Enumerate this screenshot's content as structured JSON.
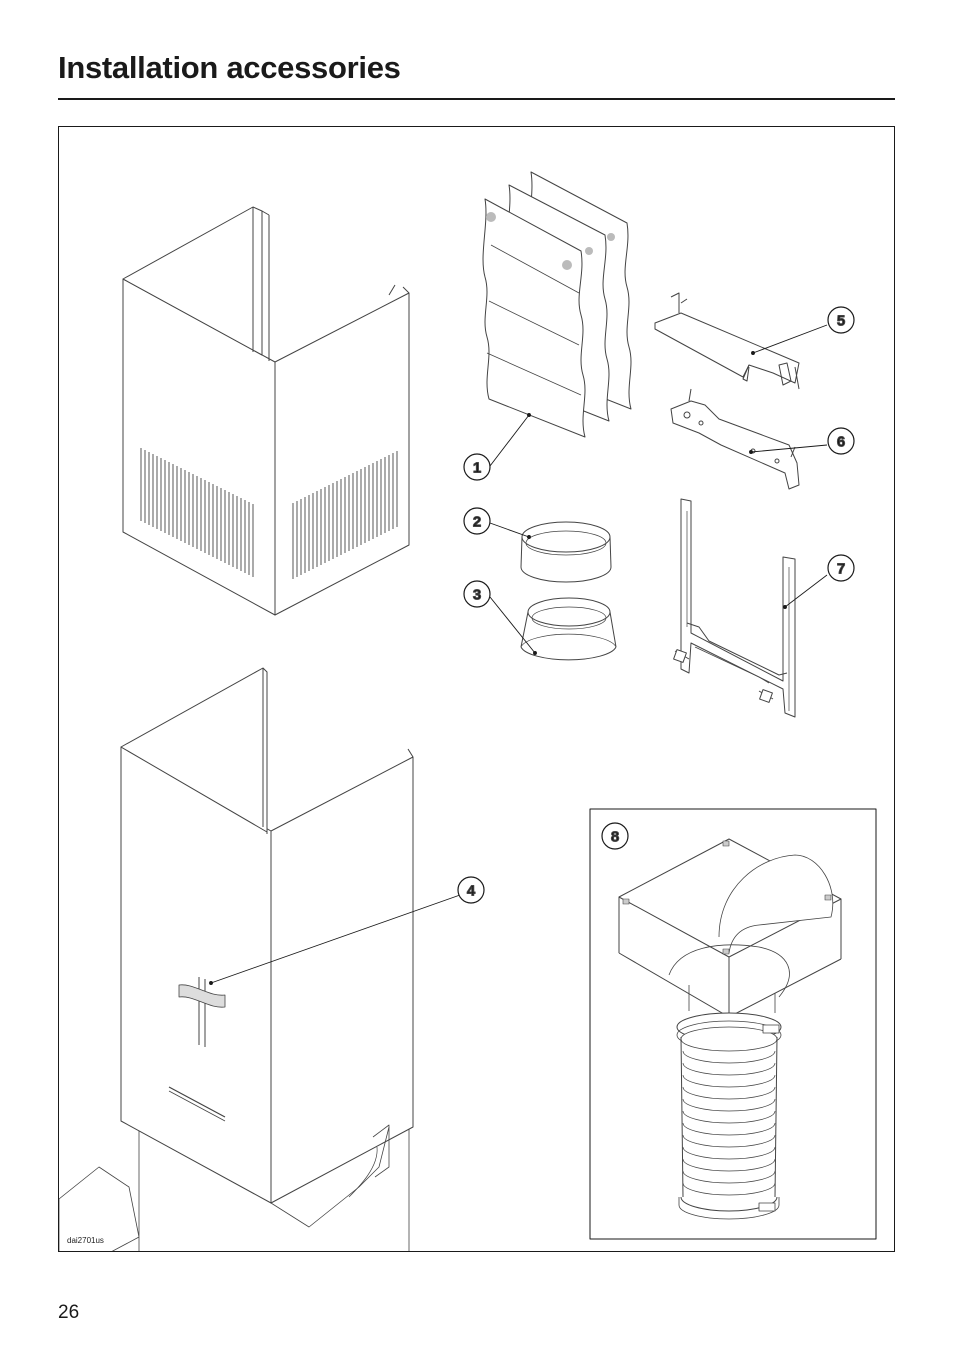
{
  "page": {
    "title": "Installation accessories",
    "page_number": "26"
  },
  "figure": {
    "drawing_code": "dai2701us",
    "callouts": [
      "1",
      "2",
      "3",
      "4",
      "5",
      "6",
      "7",
      "8"
    ]
  },
  "colors": {
    "line": "#1a1a1a",
    "drawing": "#444444",
    "fill": "#ffffff"
  }
}
